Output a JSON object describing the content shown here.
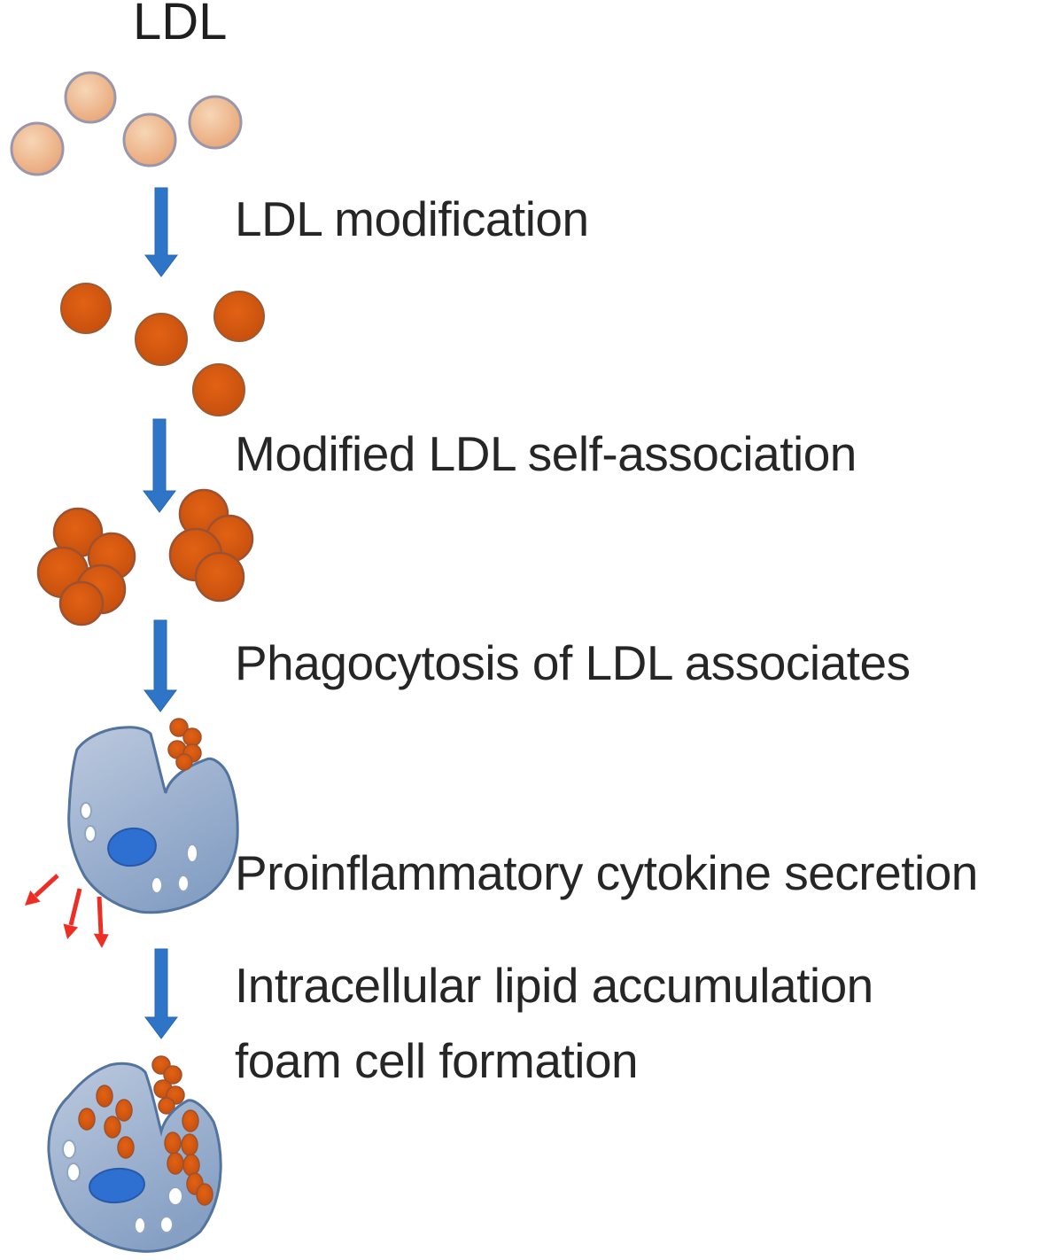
{
  "figure": {
    "title": "LDL",
    "steps": [
      {
        "id": "ldl-modification",
        "label": "LDL modification"
      },
      {
        "id": "modified-ldl-self-association",
        "label": "Modified LDL self-association"
      },
      {
        "id": "phagocytosis-of-ldl-associates",
        "label": "Phagocytosis of LDL associates"
      },
      {
        "id": "proinflammatory-cytokine-secretion",
        "label": "Proinflammatory cytokine secretion"
      },
      {
        "id": "intracellular-lipid-accumulation",
        "label": "Intracellular lipid accumulation",
        "label_line2": "foam cell formation"
      }
    ],
    "graphics": {
      "ldl_particle_count": 4,
      "modified_ldl_particle_count": 4,
      "ldl_aggregate_count": 2,
      "cells": [
        "macrophage-engulfing-ldl-aggregate",
        "foam-cell-with-lipid-droplets"
      ],
      "flow_arrow_count": 4,
      "cytokine_arrow_count": 3
    },
    "colors": {
      "background": "#ffffff",
      "text": "#262626",
      "ldl_particle": "#eeb184",
      "ldl_particle_border": "#9a97ab",
      "modified_ldl": "#d0540f",
      "modified_ldl_border": "#9c5b33",
      "flow_arrow": "#2e74c7",
      "cytokine_arrow": "#ed2e24",
      "cell_body_light": "#b9c7dd",
      "cell_body_dark": "#87a1c5",
      "cell_border": "#53749f",
      "nucleus": "#2e6fd2"
    }
  }
}
